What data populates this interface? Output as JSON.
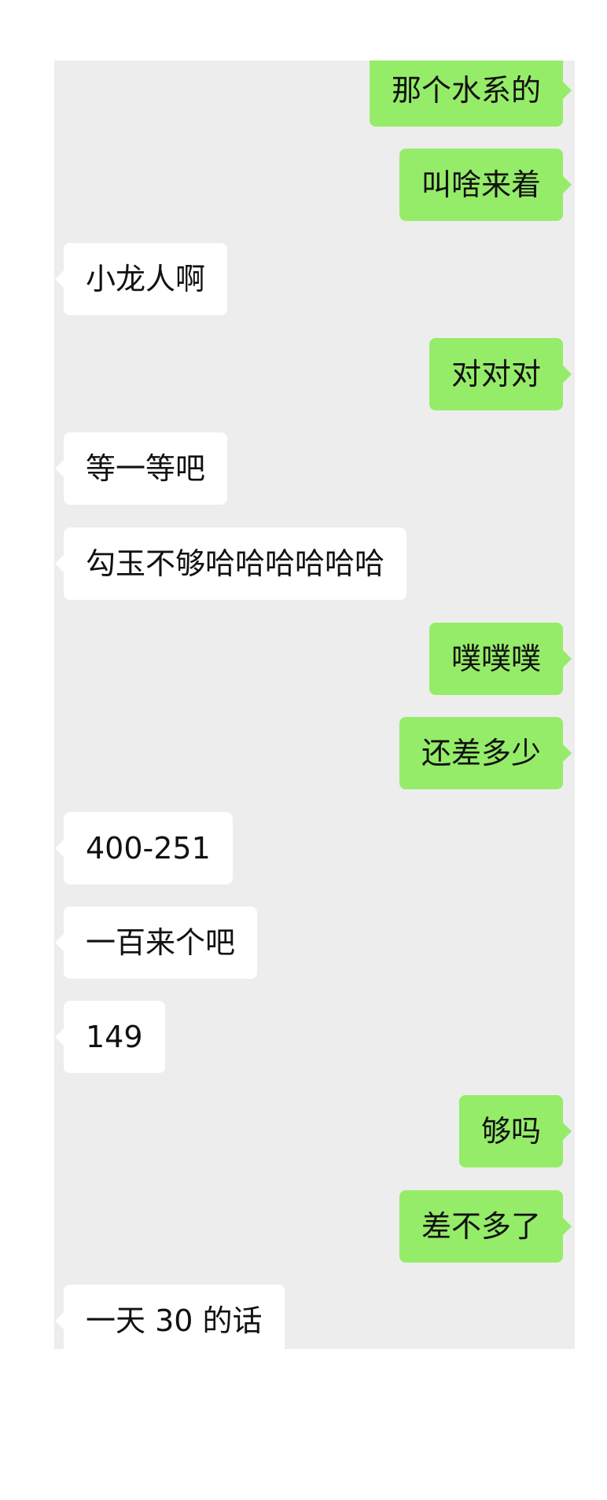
{
  "chat": {
    "bubble_colors": {
      "sent": "#95ec69",
      "received": "#ffffff",
      "background": "#ededed"
    },
    "messages": [
      {
        "side": "right",
        "text": "那个水系的"
      },
      {
        "side": "right",
        "text": "叫啥来着"
      },
      {
        "side": "left",
        "text": "小龙人啊"
      },
      {
        "side": "right",
        "text": "对对对"
      },
      {
        "side": "left",
        "text": "等一等吧"
      },
      {
        "side": "left",
        "text": "勾玉不够哈哈哈哈哈哈"
      },
      {
        "side": "right",
        "text": "噗噗噗"
      },
      {
        "side": "right",
        "text": "还差多少"
      },
      {
        "side": "left",
        "text": "400-251"
      },
      {
        "side": "left",
        "text": "一百来个吧"
      },
      {
        "side": "left",
        "text": "149"
      },
      {
        "side": "right",
        "text": "够吗"
      },
      {
        "side": "right",
        "text": "差不多了"
      },
      {
        "side": "left",
        "text": "一天 30 的话"
      }
    ]
  }
}
